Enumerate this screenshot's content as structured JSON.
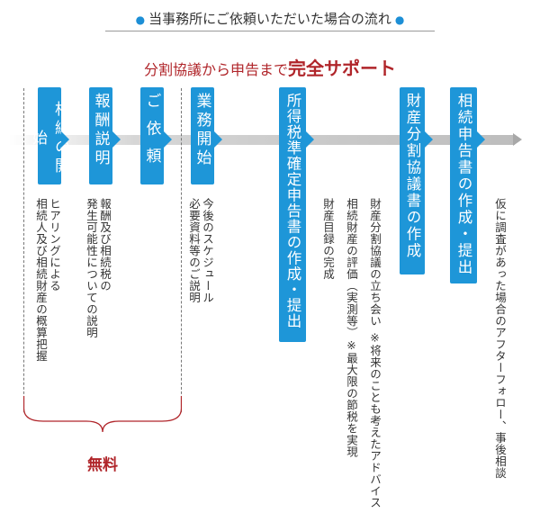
{
  "title": "当事務所にご依頼いただいた場合の流れ",
  "subtitle": {
    "prefix": "分割協議から申告まで",
    "emphasis": "完全サポート"
  },
  "free_label": "無料",
  "steps": [
    {
      "label": "相続の開始",
      "note": "ヒアリングによる\n相続人及び相続財産の概算把握"
    },
    {
      "label": "報酬説明",
      "note": "報酬及び相続税の\n発生可能性についての説明"
    },
    {
      "label": "ご 依 頼",
      "note": ""
    },
    {
      "label": "業務開始",
      "note": "今後のスケジュール\n必要資料等のご説明"
    },
    {
      "label": "所得税準確定申告書の作成・提出",
      "note": ""
    },
    {
      "label": "",
      "note": "財産目録の完成"
    },
    {
      "label": "",
      "note": "相続財産の評価（実測等）※最大限の節税を実現"
    },
    {
      "label": "財産分割協議書の作成",
      "note": "財産分割協議の立ち会い ※将来のことも考えたアドバイス"
    },
    {
      "label": "相続申告書の作成・提出",
      "note": ""
    },
    {
      "label": "",
      "note": "仮に調査があった場合のアフターフォロー、事後相談"
    }
  ],
  "colors": {
    "accent_blue": "#1e96d8",
    "accent_red": "#b0252a",
    "arrow_gray": "#bdbdbd"
  }
}
